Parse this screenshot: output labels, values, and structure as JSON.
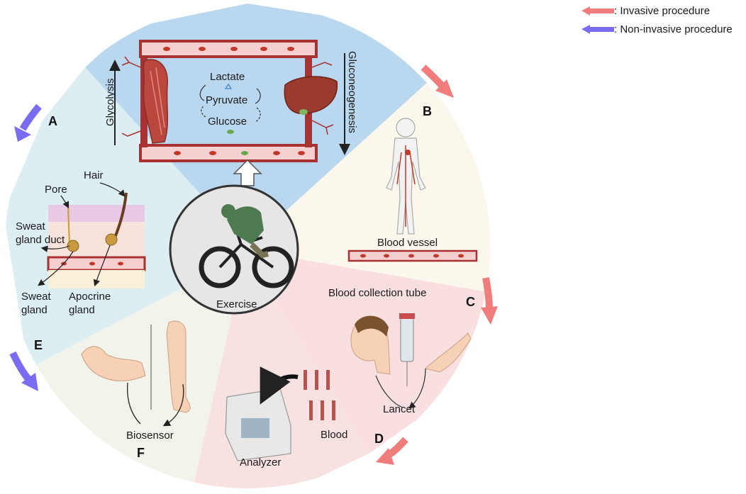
{
  "legend": {
    "invasive": {
      "label": ": Invasive procedure",
      "color": "#f07c7c"
    },
    "noninvasive": {
      "label": ": Non-invasive procedure",
      "color": "#7a6cf0"
    }
  },
  "sections": {
    "A": "A",
    "B": "B",
    "C": "C",
    "D": "D",
    "E": "E",
    "F": "F"
  },
  "metabolism": {
    "glycolysis": "Glycolysis",
    "gluconeogenesis": "Gluconeogenesis",
    "lactate": "Lactate",
    "pyruvate": "Pyruvate",
    "glucose": "Glucose"
  },
  "center": {
    "label": "Exercise"
  },
  "blood_vessel": {
    "label": "Blood vessel"
  },
  "blood_sampling": {
    "tube": "Blood collection tube",
    "lancet": "Lancet"
  },
  "analysis": {
    "blood": "Blood",
    "analyzer": "Analyzer"
  },
  "wearable": {
    "biosensor": "Biosensor"
  },
  "sweat": {
    "pore": "Pore",
    "hair": "Hair",
    "duct_1": "Sweat",
    "duct_2": "gland duct",
    "gland_1": "Sweat",
    "gland_2": "gland",
    "apocrine_1": "Apocrine",
    "apocrine_2": "gland"
  },
  "colors": {
    "sector_top": "#b9d8ef",
    "sector_right": "#fcf7ec",
    "sector_lower_right": "#f9dfe0",
    "sector_bottom": "#f8e2e1",
    "sector_lower_left": "#f2f3ea",
    "sector_left": "#ddeef3",
    "vessel_wall": "#a83232",
    "vessel_inner": "#f6cfd0",
    "center_fill": "#e6e6e6"
  }
}
